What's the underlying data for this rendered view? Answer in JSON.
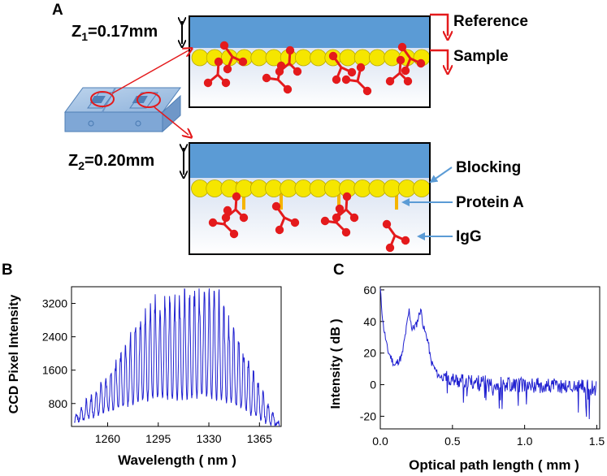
{
  "panel_a": {
    "panel_label": "A",
    "z1_label": "Z",
    "z1_sub": "1",
    "z1_value": "=0.17mm",
    "z2_label": "Z",
    "z2_sub": "2",
    "z2_value": "=0.20mm",
    "reference_label": "Reference",
    "sample_label": "Sample",
    "blocking_label": "Blocking",
    "protein_a_label": "Protein A",
    "igg_label": "IgG",
    "colors": {
      "glass": "#5b9bd5",
      "bead": "#f5e600",
      "antibody": "#e41a1c",
      "protein_a": "#f5b400",
      "arrow_red": "#e41a1c",
      "arrow_blue": "#5b9bd5"
    }
  },
  "panel_b": {
    "panel_label": "B",
    "xlabel": "Wavelength ( nm )",
    "ylabel": "CCD  Pixel  Intensity",
    "x_ticks": [
      "1260",
      "1295",
      "1330",
      "1365"
    ],
    "y_ticks": [
      "800",
      "1600",
      "2400",
      "3200"
    ],
    "line_color": "#1f1fd0"
  },
  "panel_c": {
    "panel_label": "C",
    "xlabel": "Optical path length ( mm )",
    "ylabel": "Intensity ( dB )",
    "x_ticks": [
      "0.0",
      "0.5",
      "1.0",
      "1.5"
    ],
    "y_ticks": [
      "-20",
      "0",
      "20",
      "40",
      "60"
    ],
    "line_color": "#1f1fd0"
  },
  "chart_data": [
    {
      "type": "line",
      "xlabel": "Wavelength ( nm )",
      "ylabel": "CCD  Pixel  Intensity",
      "xlim": [
        1235,
        1380
      ],
      "ylim": [
        250,
        3600
      ],
      "x_ticks": [
        1260,
        1295,
        1330,
        1365
      ],
      "y_ticks": [
        800,
        1600,
        2400,
        3200
      ],
      "x": [
        1237,
        1247,
        1257,
        1267,
        1277,
        1287,
        1297,
        1307,
        1317,
        1327,
        1337,
        1347,
        1357,
        1367,
        1374,
        1379
      ],
      "envelope_max": [
        500,
        900,
        1300,
        1900,
        2500,
        3100,
        3200,
        3300,
        3400,
        3450,
        3300,
        2500,
        1900,
        1100,
        600,
        300
      ],
      "envelope_min": [
        350,
        450,
        600,
        700,
        800,
        900,
        950,
        900,
        950,
        1000,
        900,
        800,
        600,
        400,
        300,
        280
      ],
      "fringe_period_nm": 3.4
    },
    {
      "type": "line",
      "xlabel": "Optical path length ( mm )",
      "ylabel": "Intensity ( dB )",
      "xlim": [
        0,
        1.52
      ],
      "ylim": [
        -28,
        62
      ],
      "x_ticks": [
        0.0,
        0.5,
        1.0,
        1.5
      ],
      "y_ticks": [
        -20,
        0,
        20,
        40,
        60
      ],
      "x": [
        0.0,
        0.02,
        0.05,
        0.1,
        0.15,
        0.2,
        0.22,
        0.25,
        0.28,
        0.3,
        0.33,
        0.35,
        0.4,
        0.45,
        0.5,
        0.7,
        1.0,
        1.25,
        1.5
      ],
      "y": [
        60,
        38,
        22,
        12,
        18,
        47,
        35,
        38,
        48,
        36,
        28,
        15,
        6,
        4,
        3,
        1,
        0,
        -1,
        -2
      ],
      "noise_amplitude_db": 5
    }
  ]
}
